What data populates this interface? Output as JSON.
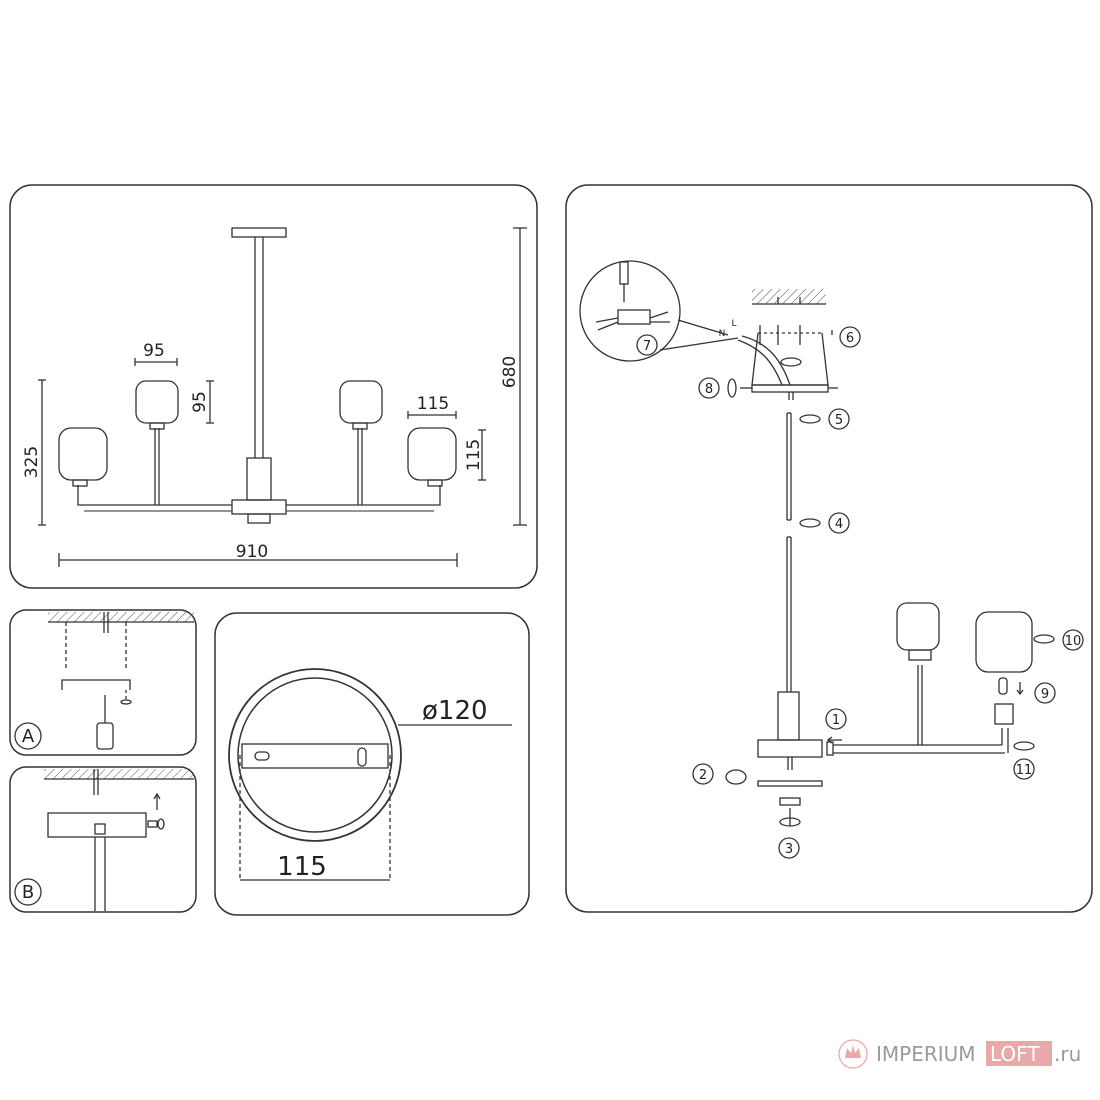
{
  "dimensions": {
    "total_width": "910",
    "total_height": "680",
    "arm_height": "325",
    "shade_small_width": "95",
    "shade_small_height": "95",
    "shade_large_width": "115",
    "shade_large_height": "115"
  },
  "canopy": {
    "diameter": "ø120",
    "width": "115"
  },
  "mount_options": [
    "A",
    "B"
  ],
  "steps": [
    "1",
    "2",
    "3",
    "4",
    "5",
    "6",
    "7",
    "8",
    "9",
    "10",
    "11"
  ],
  "wire_labels": {
    "live": "L",
    "neutral": "N"
  },
  "watermark": {
    "brand_a": "IMPERIUM",
    "brand_b": "LOFT",
    "suffix": ".ru",
    "color_gray": "#9a9a9a",
    "color_accent": "#e8a9a9"
  }
}
